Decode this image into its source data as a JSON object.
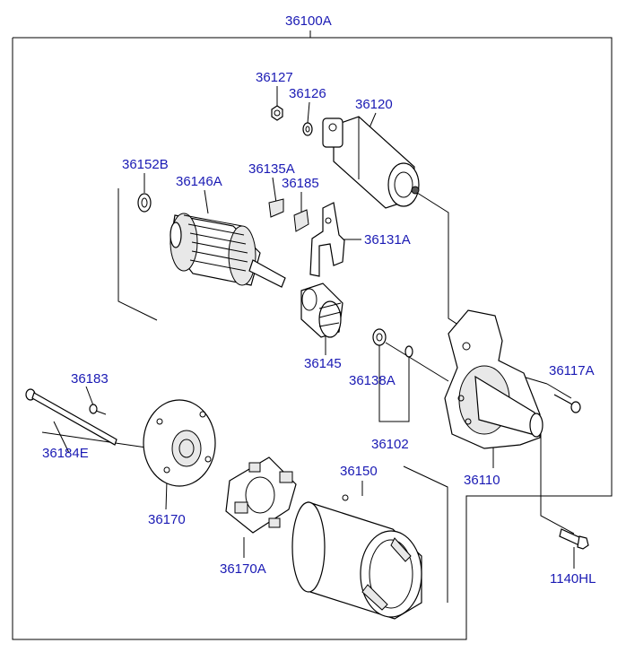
{
  "diagram": {
    "accent_color": "#1a1ab4",
    "labels": {
      "assembly": "36100A",
      "nut": "36127",
      "washer_small": "36126",
      "solenoid": "36120",
      "washer_armature": "36152B",
      "armature": "36146A",
      "plate_a": "36135A",
      "plate_b": "36185",
      "lever": "36131A",
      "pinion": "36145",
      "seal": "36138A",
      "bracket_bolt": "36117A",
      "screw": "36183",
      "through_bolt": "36184E",
      "washer_set": "36102",
      "front_bracket": "36110",
      "yoke": "36150",
      "rear_cover": "36170",
      "brush_holder": "36170A",
      "mount_bolt": "1140HL"
    },
    "icons": [
      "nut-icon",
      "washer-icon",
      "solenoid-icon",
      "armature-icon",
      "pinion-gear-icon",
      "lever-icon",
      "bolt-icon",
      "bracket-icon",
      "yoke-icon",
      "end-cover-icon",
      "brush-holder-icon"
    ]
  }
}
